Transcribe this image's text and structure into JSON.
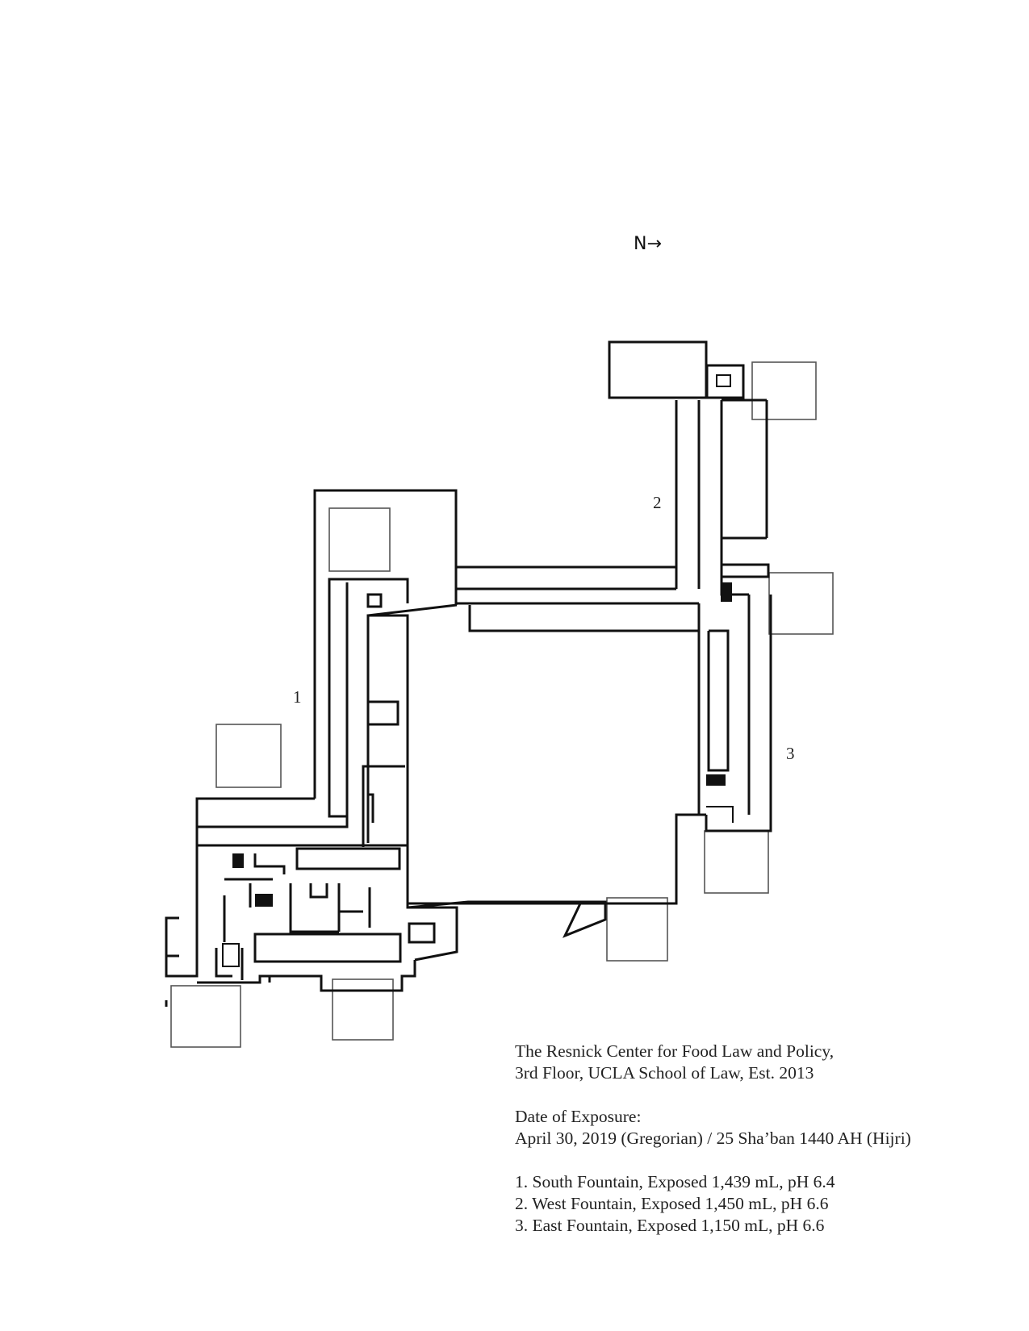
{
  "north_label": "N→",
  "markers": [
    {
      "label": "1"
    },
    {
      "label": "2"
    },
    {
      "label": "3"
    }
  ],
  "caption": {
    "title_line1": "The Resnick Center for Food Law and Policy,",
    "title_line2": "3rd Floor, UCLA School of Law, Est. 2013",
    "date_heading": "Date of Exposure:",
    "date_value": "April 30, 2019 (Gregorian) / 25 Sha’ban 1440 AH (Hijri)",
    "items": [
      "1. South Fountain, Exposed 1,439 mL, pH 6.4",
      "2. West Fountain, Exposed 1,450 mL, pH 6.6",
      "3. East Fountain, Exposed 1,150 mL, pH 6.6"
    ]
  }
}
